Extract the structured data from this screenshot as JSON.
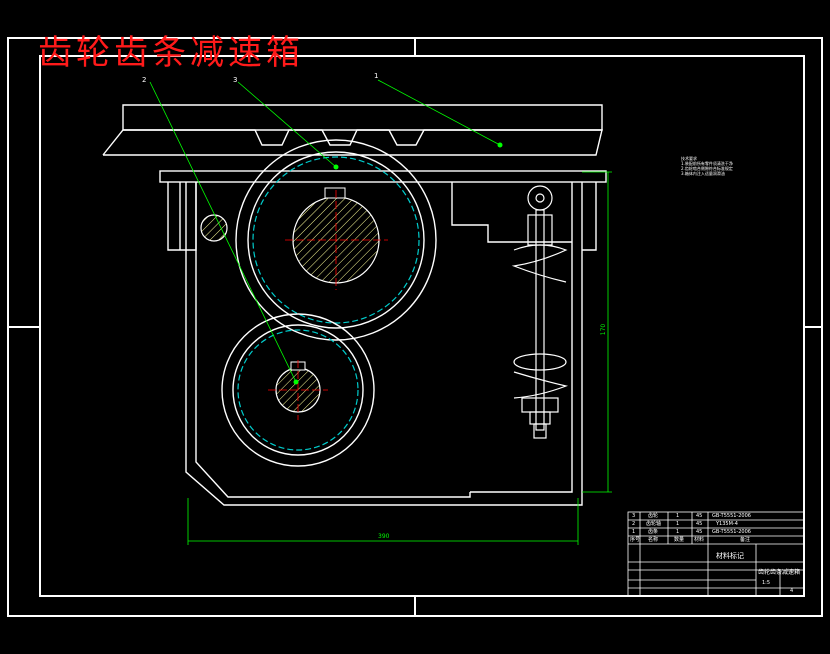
{
  "title": "齿轮齿条减速箱",
  "leaders": [
    {
      "label": "1"
    },
    {
      "label": "2"
    },
    {
      "label": "3"
    }
  ],
  "notes": {
    "heading": "技术要求",
    "lines": [
      "1.装配前所有零件须清洗干净",
      "2.齿轮啮合侧隙符合标准规定",
      "3.箱体内注入适量润滑油"
    ]
  },
  "dimensions": {
    "width": "390",
    "height": "170"
  },
  "title_block": {
    "rows": [
      {
        "no": "3",
        "name": "齿轮",
        "qty": "1",
        "material": "45",
        "code": "GB-T5551-2006"
      },
      {
        "no": "2",
        "name": "齿轮轴",
        "qty": "1",
        "material": "45",
        "code": "Y135M-4"
      },
      {
        "no": "1",
        "name": "齿条",
        "qty": "1",
        "material": "45",
        "code": "GB-T5551-2006"
      }
    ],
    "header": [
      "序号",
      "名称",
      "数量",
      "材料",
      "备注"
    ],
    "material_mark": "材料标记",
    "drawing_name": "齿轮齿条减速箱",
    "sheet": "4",
    "scale": "1:5"
  },
  "colors": {
    "title": "#ff1a1a",
    "lines": "#ffffff",
    "leader": "#00ff00",
    "center": "#ff0000",
    "pitch": "#00cccc",
    "hatch": "#ffff99"
  }
}
